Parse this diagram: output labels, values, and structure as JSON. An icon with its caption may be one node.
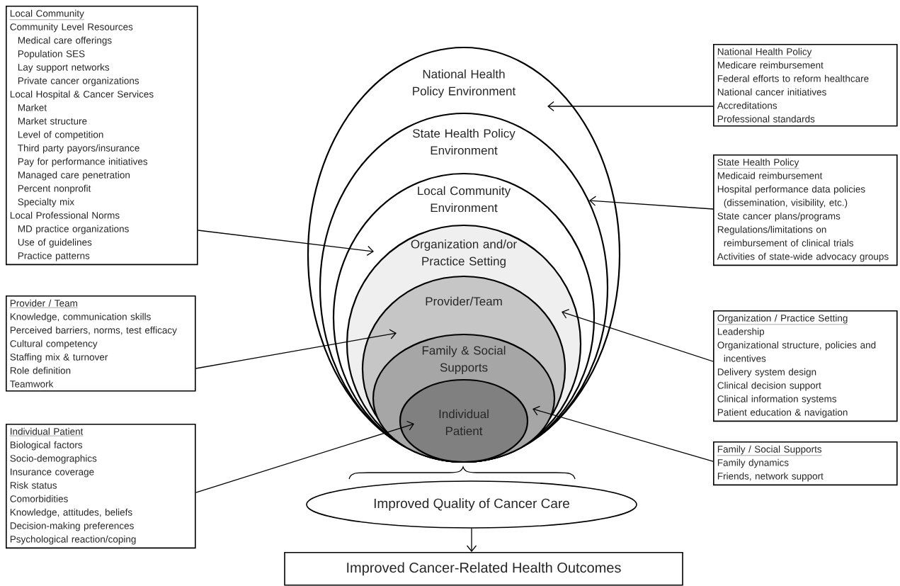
{
  "diagram": {
    "nodes": [
      {
        "text": [
          "National Health Policy Environment"
        ]
      },
      {
        "text": [
          "State Health Policy Environment"
        ],
        "in": 0
      },
      {
        "text": [
          "Local Community Environment"
        ],
        "in": 1
      },
      {
        "text": [
          "Organization and/or Practice Setting"
        ],
        "in": 2
      },
      {
        "text": [
          "Provider/Team"
        ],
        "in": 3
      },
      {
        "text": [
          "Family & Social Supports"
        ],
        "in": 4
      },
      {
        "text": [
          "Individual Patient"
        ],
        "in": 5
      },
      {
        "text": [
          "Local Community",
          "Community Level Resources",
          "Medical care offerings",
          "Population SES",
          "Lay support networks",
          "Private cancer organizations",
          "Local Hospital & Cancer Services",
          "Market",
          "Market structure",
          "Level of competition",
          "Third party payors/insurance",
          "Pay for performance initiatives",
          "Managed care penetration",
          "Percent nonprofit",
          "Specialty mix",
          "Local Professional Norms",
          "MD practice organizations",
          "Use of guidelines",
          "Practice patterns"
        ]
      },
      {
        "text": [
          "National Health Policy",
          "Medicare reimbursement",
          "Federal efforts to reform healthcare",
          "National cancer initiatives",
          "Accreditations",
          "Professional standards"
        ]
      },
      {
        "text": [
          "State Health Policy",
          "Medicaid reimbursement",
          "Hospital performance data policies (dissemination, visibility, etc.)",
          "State cancer plans/programs",
          "Regulations/limitations on reimbursement of clinical trials",
          "Activities of state-wide advocacy groups"
        ]
      },
      {
        "text": [
          "Provider / Team",
          "Knowledge, communication skills",
          "Perceived barriers, norms, test efficacy",
          "Cultural competency",
          "Staffing mix & turnover",
          "Role definition",
          "Teamwork"
        ]
      },
      {
        "text": [
          "Organization / Practice Setting",
          "Leadership",
          "Organizational structure, policies and incentives",
          "Delivery system design",
          "Clinical decision support",
          "Clinical information systems",
          "Patient education & navigation"
        ]
      },
      {
        "text": [
          "Individual Patient",
          "Biological factors",
          "Socio-demographics",
          "Insurance coverage",
          "Risk status",
          "Comorbidities",
          "Knowledge, attitudes, beliefs",
          "Decision-making preferences",
          "Psychological reaction/coping"
        ]
      },
      {
        "text": [
          "Family / Social Supports",
          "Family dynamics",
          "Friends, network support"
        ]
      },
      {
        "text": [
          "Improved Quality of Cancer Care"
        ]
      },
      {
        "text": [
          "Improved Cancer-Related Health Outcomes"
        ]
      }
    ],
    "edges": [
      {
        "from": 7,
        "to": 2,
        "arrow": "to"
      },
      {
        "from": 8,
        "to": 0,
        "arrow": "to"
      },
      {
        "from": 9,
        "to": 2,
        "arrow": "to"
      },
      {
        "from": 10,
        "to": 4,
        "arrow": "to"
      },
      {
        "from": 11,
        "to": 3,
        "arrow": "to"
      },
      {
        "from": 12,
        "to": 6,
        "arrow": "to"
      },
      {
        "from": 13,
        "to": 5,
        "arrow": "to"
      },
      {
        "from": 14,
        "to": 15,
        "arrow": "to"
      }
    ]
  }
}
